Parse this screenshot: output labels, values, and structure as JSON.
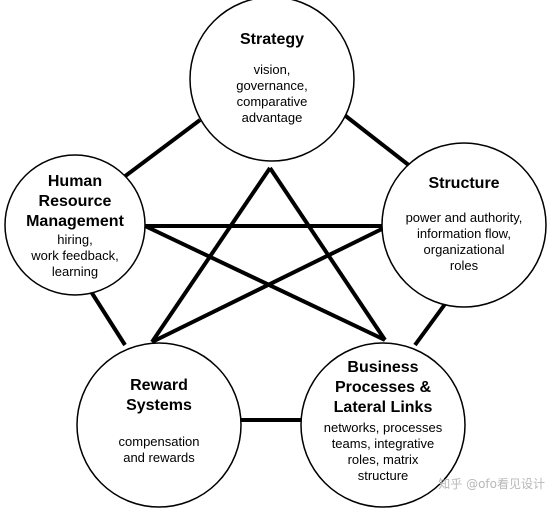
{
  "nodes": {
    "strategy": {
      "title": "Strategy",
      "description": "vision,\ngovernance,\ncomparative\nadvantage"
    },
    "structure": {
      "title": "Structure",
      "description": "power and authority,\ninformation flow,\norganizational\nroles"
    },
    "business": {
      "title": "Business\nProcesses &\nLateral Links",
      "description": "networks, processes\nteams, integrative\nroles, matrix\nstructure"
    },
    "reward": {
      "title": "Reward\nSystems",
      "description": "compensation\nand rewards"
    },
    "hr": {
      "title": "Human\nResource\nManagement",
      "description": "hiring,\nwork feedback,\nlearning"
    }
  },
  "watermark": "知乎 @ofo看见设计",
  "colors": {
    "line": "#000000",
    "circle_fill": "#ffffff",
    "text": "#000000"
  }
}
